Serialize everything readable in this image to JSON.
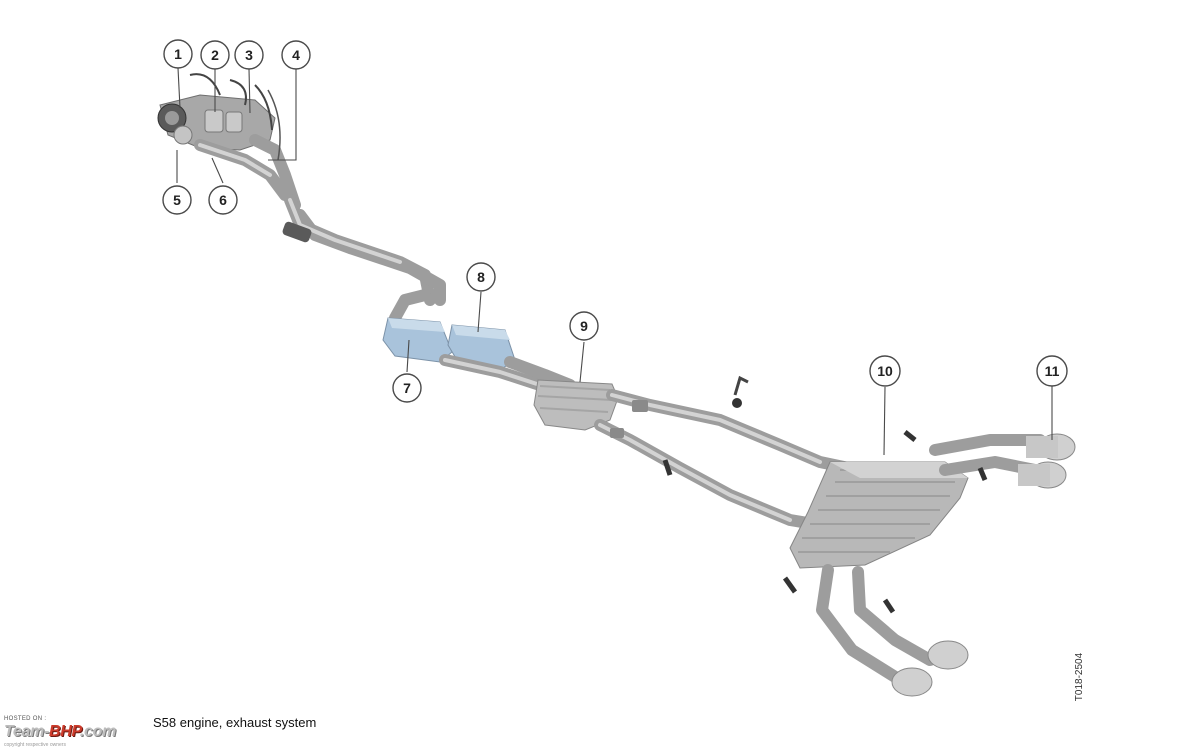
{
  "caption": "S58 engine, exhaust system",
  "figure_code": "T018-2504",
  "watermark": {
    "hosted_on": "HOSTED ON :",
    "logo_prefix": "Team-",
    "logo_brand": "BHP",
    "logo_suffix": ".com",
    "copyright": "copyright respective owners"
  },
  "callouts": [
    "1",
    "2",
    "3",
    "4",
    "5",
    "6",
    "7",
    "8",
    "9",
    "10",
    "11"
  ],
  "colors": {
    "pipe": "#9d9d9d",
    "pipe_highlight": "#d3d3d3",
    "catalyst_blue": "#a9c3db",
    "muffler": "#b8b8b8",
    "outline": "#4a4a4a"
  }
}
